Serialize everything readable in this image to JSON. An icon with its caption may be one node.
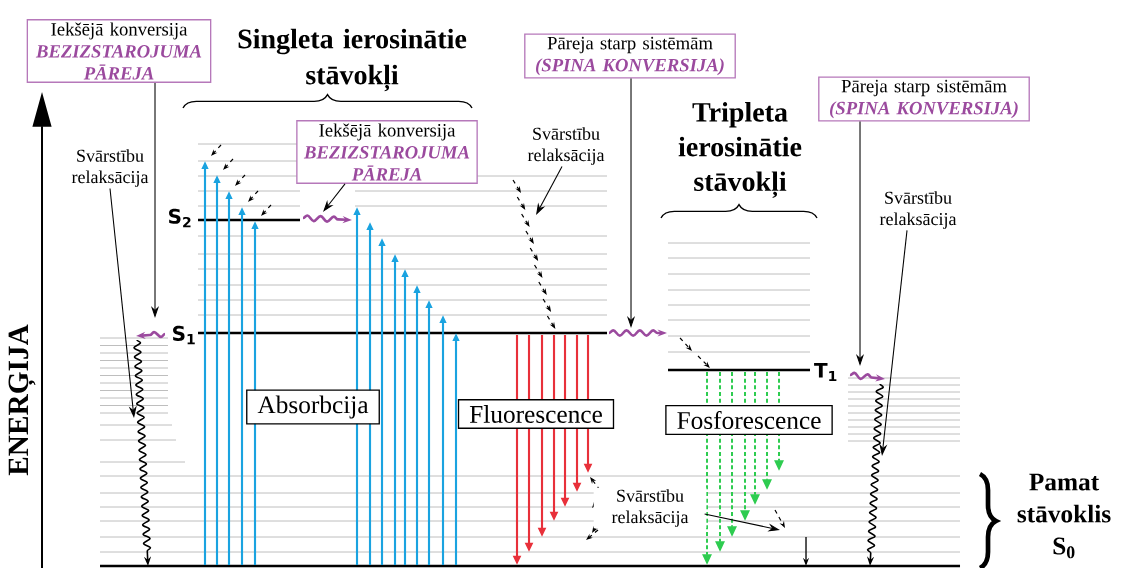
{
  "diagram": {
    "nodes": [
      {
        "text": [
          "Iekšējā konversija",
          "BEZIZSTAROJUMA PĀREJA"
        ]
      },
      {
        "text": [
          "Iekšējā konversija",
          "BEZIZSTAROJUMA PĀREJA"
        ]
      },
      {
        "text": [
          "Pāreja starp sistēmām",
          "(SPINA KONVERSIJA)"
        ]
      },
      {
        "text": [
          "Pāreja starp sistēmām",
          "(SPINA KONVERSIJA)"
        ]
      },
      {
        "text": [
          "Svārstību relaksācija"
        ]
      },
      {
        "text": [
          "Svārstību relaksācija"
        ]
      },
      {
        "text": [
          "Svārstību relaksācija"
        ]
      },
      {
        "text": [
          "Svārstību relaksācija"
        ]
      },
      {
        "text": [
          "Absorbcija"
        ]
      },
      {
        "text": [
          "Fluorescence"
        ]
      },
      {
        "text": [
          "Fosforescence"
        ]
      }
    ],
    "edges": [
      {
        "from": 0,
        "to": null,
        "arrow": "to"
      },
      {
        "from": 1,
        "to": null,
        "arrow": "to"
      },
      {
        "from": 2,
        "to": null,
        "arrow": "to"
      },
      {
        "from": 3,
        "to": null,
        "arrow": "to"
      },
      {
        "from": 4,
        "to": null,
        "arrow": "to"
      },
      {
        "from": 5,
        "to": null,
        "arrow": "to"
      },
      {
        "from": 6,
        "to": null,
        "arrow": "to"
      },
      {
        "from": 7,
        "to": null,
        "arrow": "to"
      }
    ],
    "labels": [
      "Singleta ierosinātie stāvokļi",
      "Tripleta ierosinātie stāvokļi",
      "S$_{2}$",
      "S$_{1}$",
      "ENERĢIJA",
      "T$_{1}$",
      "Pamat stāvoklis S$_{0}$"
    ]
  }
}
